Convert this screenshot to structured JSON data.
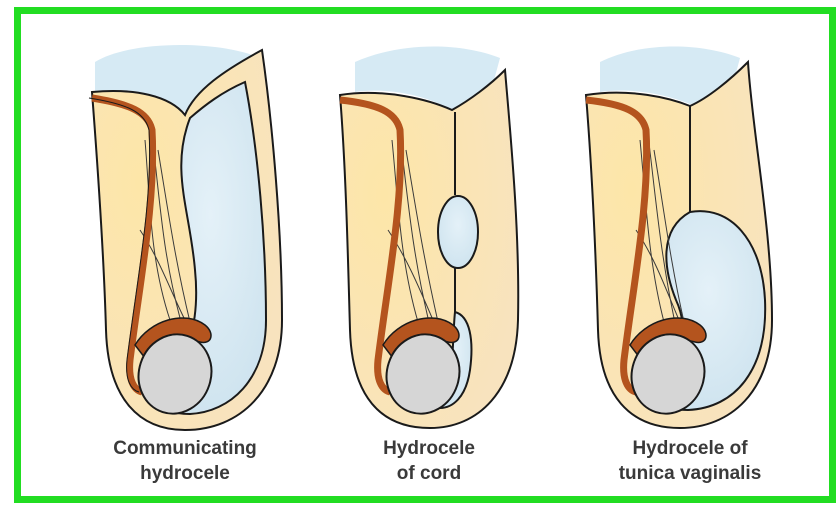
{
  "diagram": {
    "colors": {
      "border": "#22dd22",
      "skin": "#fbe3b0",
      "fluid": "#d4e8f2",
      "cord": "#b4541e",
      "testis": "#d6d6d6",
      "outline": "#1a1a1a"
    },
    "panels": [
      {
        "caption": "Communicating\nhydrocele"
      },
      {
        "caption": "Hydrocele\nof cord"
      },
      {
        "caption": "Hydrocele of\ntunica vaginalis"
      }
    ]
  }
}
